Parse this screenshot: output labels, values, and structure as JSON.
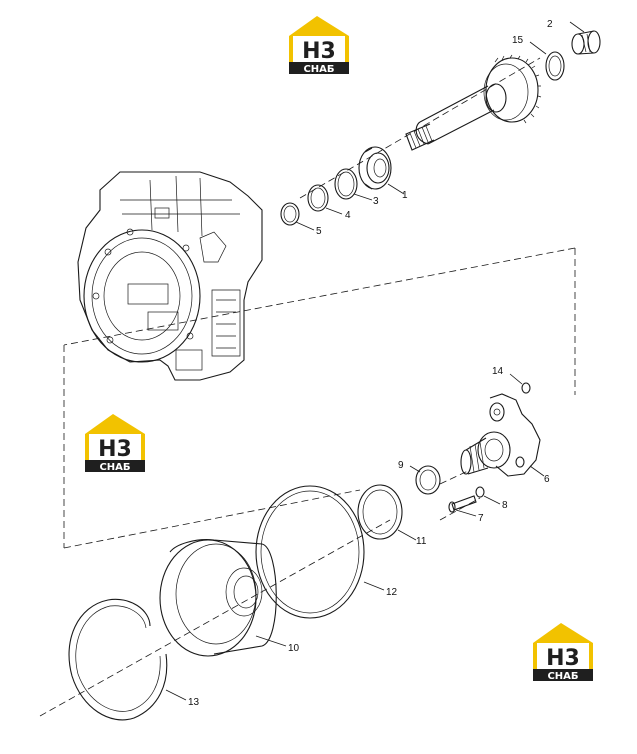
{
  "logo": {
    "letters": "H3",
    "caption": "СНАБ",
    "colors": {
      "roof": "#f2c200",
      "dark": "#1f1f1f",
      "letters": "#ffffff"
    }
  },
  "callouts": [
    "1",
    "2",
    "3",
    "4",
    "5",
    "6",
    "7",
    "8",
    "9",
    "10",
    "11",
    "12",
    "13",
    "14",
    "15"
  ],
  "colors": {
    "line": "#1a1a1a",
    "background": "#ffffff"
  }
}
